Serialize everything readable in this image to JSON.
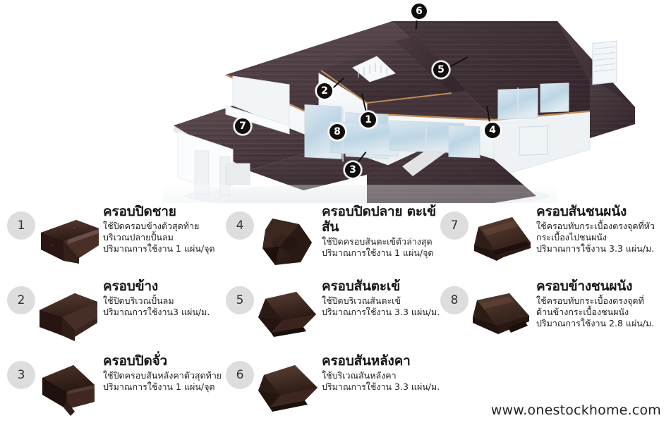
{
  "page": {
    "website": "www.onestockhome.com"
  },
  "illustration": {
    "name": "roof-accessory-house-diagram",
    "callouts": [
      {
        "id": "6",
        "label": "6"
      },
      {
        "id": "5",
        "label": "5"
      },
      {
        "id": "2",
        "label": "2"
      },
      {
        "id": "1",
        "label": "1"
      },
      {
        "id": "4",
        "label": "4"
      },
      {
        "id": "7",
        "label": "7"
      },
      {
        "id": "8",
        "label": "8"
      },
      {
        "id": "3",
        "label": "3"
      }
    ]
  },
  "products": [
    {
      "number": "1",
      "title": "ครอบปิดชาย",
      "desc": [
        "ใช้ปิดครอบข้างตัวสุดท้าย",
        "บริเวณปลายปั้นลม",
        "ปริมาณการใช้งาน 1 แผ่น/จุด"
      ]
    },
    {
      "number": "2",
      "title": "ครอบข้าง",
      "desc": [
        "ใช้ปิดบริเวณปั้นลม",
        "ปริมาณการใช้งาน3 แผ่น/ม."
      ]
    },
    {
      "number": "3",
      "title": "ครอบปิดจั่ว",
      "desc": [
        "ใช้ปิดครอบสันหลังคาตัวสุดท้าย",
        "ปริมาณการใช้งาน 1 แผ่น/จุด"
      ]
    },
    {
      "number": "4",
      "title": "ครอบปิดปลาย ตะเข้สัน",
      "desc": [
        "ใช้ปิดครอบสันตะเข้ตัวล่างสุด",
        "ปริมาณการใช้งาน 1 แผ่น/จุด"
      ]
    },
    {
      "number": "5",
      "title": "ครอบสันตะเข้",
      "desc": [
        "ใช้ปิดบริเวณสันตะเข้",
        "ปริมาณการใช้งาน 3.3 แผ่น/ม."
      ]
    },
    {
      "number": "6",
      "title": "ครอบสันหลังคา",
      "desc": [
        "ใช้บริเวณสันหลังคา",
        "ปริมาณการใช้งาน 3.3 แผ่น/ม."
      ]
    },
    {
      "number": "7",
      "title": "ครอบสันชนผนัง",
      "desc": [
        "ใช้ครอบทับกระเบื้องตรงจุดที่หัว",
        "กระเบื้องไปชนผนัง",
        "ปริมาณการใช้งาน 3.3 แผ่น/ม."
      ]
    },
    {
      "number": "8",
      "title": "ครอบข้างชนผนัง",
      "desc": [
        "ใช้ครอบทับกระเบื้องตรงจุดที่",
        "ด้านข้างกระเบื้องชนผนัง",
        "ปริมาณการใช้งาน 2.8 แผ่น/ม."
      ]
    }
  ],
  "colors": {
    "tile_dark": "#3a2b2c",
    "tile_mid": "#4a3a3c",
    "tile_light": "#5d4b4e",
    "product_brown": "#3a2420",
    "badge_bg": "#dddddd",
    "callout_bg": "#100d0d",
    "wall": "#f4f6f8",
    "glass": "#cfe0ea"
  }
}
